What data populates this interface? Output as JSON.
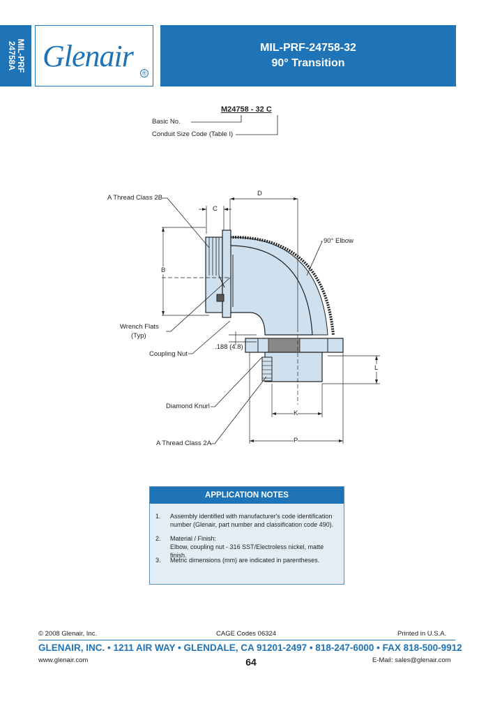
{
  "side_tab": {
    "line1": "MIL-PRF",
    "line2": "24758A"
  },
  "logo": {
    "text": "Glenair",
    "registered": "®"
  },
  "title": {
    "line1": "MIL-PRF-24758-32",
    "line2": "90° Transition"
  },
  "part_number": {
    "main": "M24758 - 32  C",
    "basic_no": "Basic No.",
    "conduit_size": "Conduit Size Code (Table I)"
  },
  "diagram_labels": {
    "a_thread_2b": "A Thread Class 2B",
    "c": "C",
    "d": "D",
    "elbow": "90° Elbow",
    "b": "B",
    "wrench_flats_1": "Wrench Flats",
    "wrench_flats_2": "(Typ)",
    "coupling_nut": "Coupling Nut",
    "dim_188": ".188 (4.8)",
    "l": "L",
    "diamond_knurl": "Diamond Knurl",
    "k": "K",
    "a_thread_2a": "A Thread Class 2A",
    "p": "P"
  },
  "notes": {
    "heading": "APPLICATION NOTES",
    "items": [
      {
        "num": "1.",
        "text": "Assembly identified with manufacturer's code identification number (Glenair, part number and classification code 490)."
      },
      {
        "num": "2.",
        "text": "Material / Finish:"
      },
      {
        "num": "",
        "text": "Elbow, coupling nut - 316 SST/Electroless nickel, matte finish."
      },
      {
        "num": "3.",
        "text": "Metric dimensions (mm) are indicated in parentheses."
      }
    ]
  },
  "footer": {
    "copyright": "© 2008 Glenair, Inc.",
    "cage": "CAGE Codes 06324",
    "printed": "Printed in U.S.A.",
    "company_line": "GLENAIR, INC. • 1211 AIR WAY • GLENDALE, CA 91201-2497 • 818-247-6000 • FAX 818-500-9912",
    "website": "www.glenair.com",
    "page": "64",
    "email": "E-Mail: sales@glenair.com"
  },
  "colors": {
    "brand_blue": "#1f73b7",
    "part_fill": "#cfe0ee",
    "notes_bg": "#e4eef7"
  }
}
